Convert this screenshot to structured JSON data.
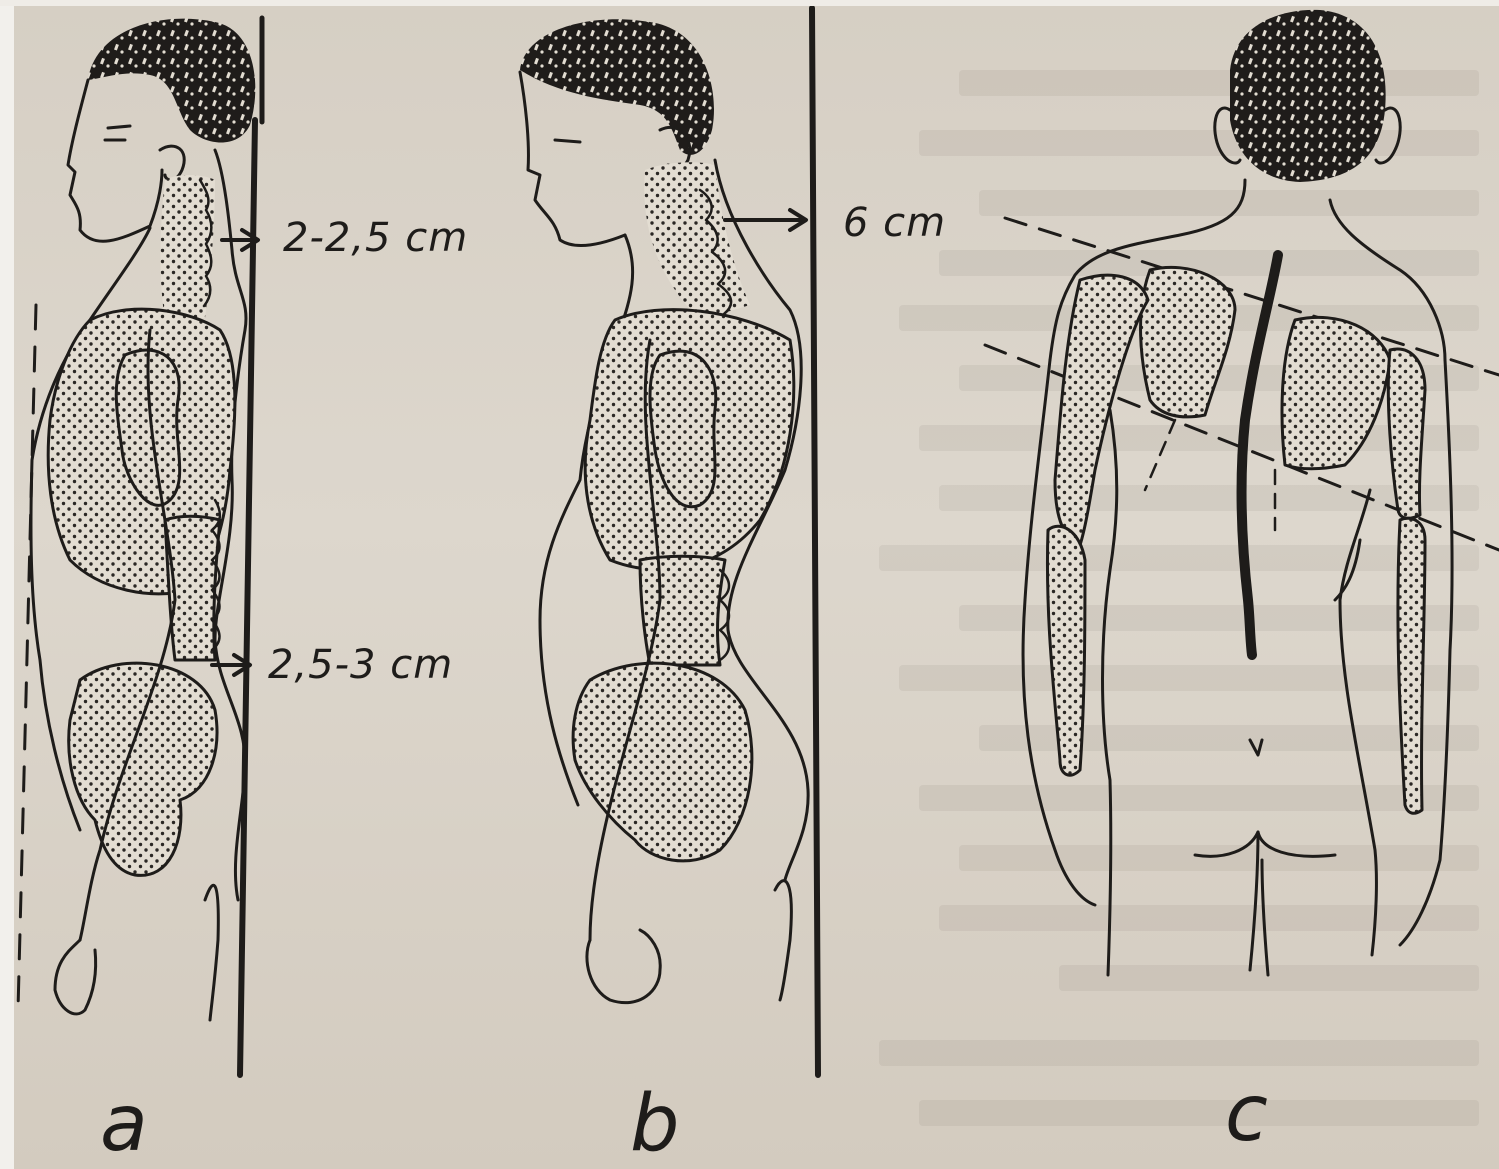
{
  "figure": {
    "measurements": {
      "a_upper": "2-2,5 cm",
      "a_lower": "2,5-3 cm",
      "b_upper": "6 cm"
    },
    "panels": [
      {
        "id": "a",
        "label": "a"
      },
      {
        "id": "b",
        "label": "b"
      },
      {
        "id": "c",
        "label": "c"
      }
    ],
    "colors": {
      "ink": "#1e1c1a",
      "paper": "#d9d3c9"
    }
  }
}
